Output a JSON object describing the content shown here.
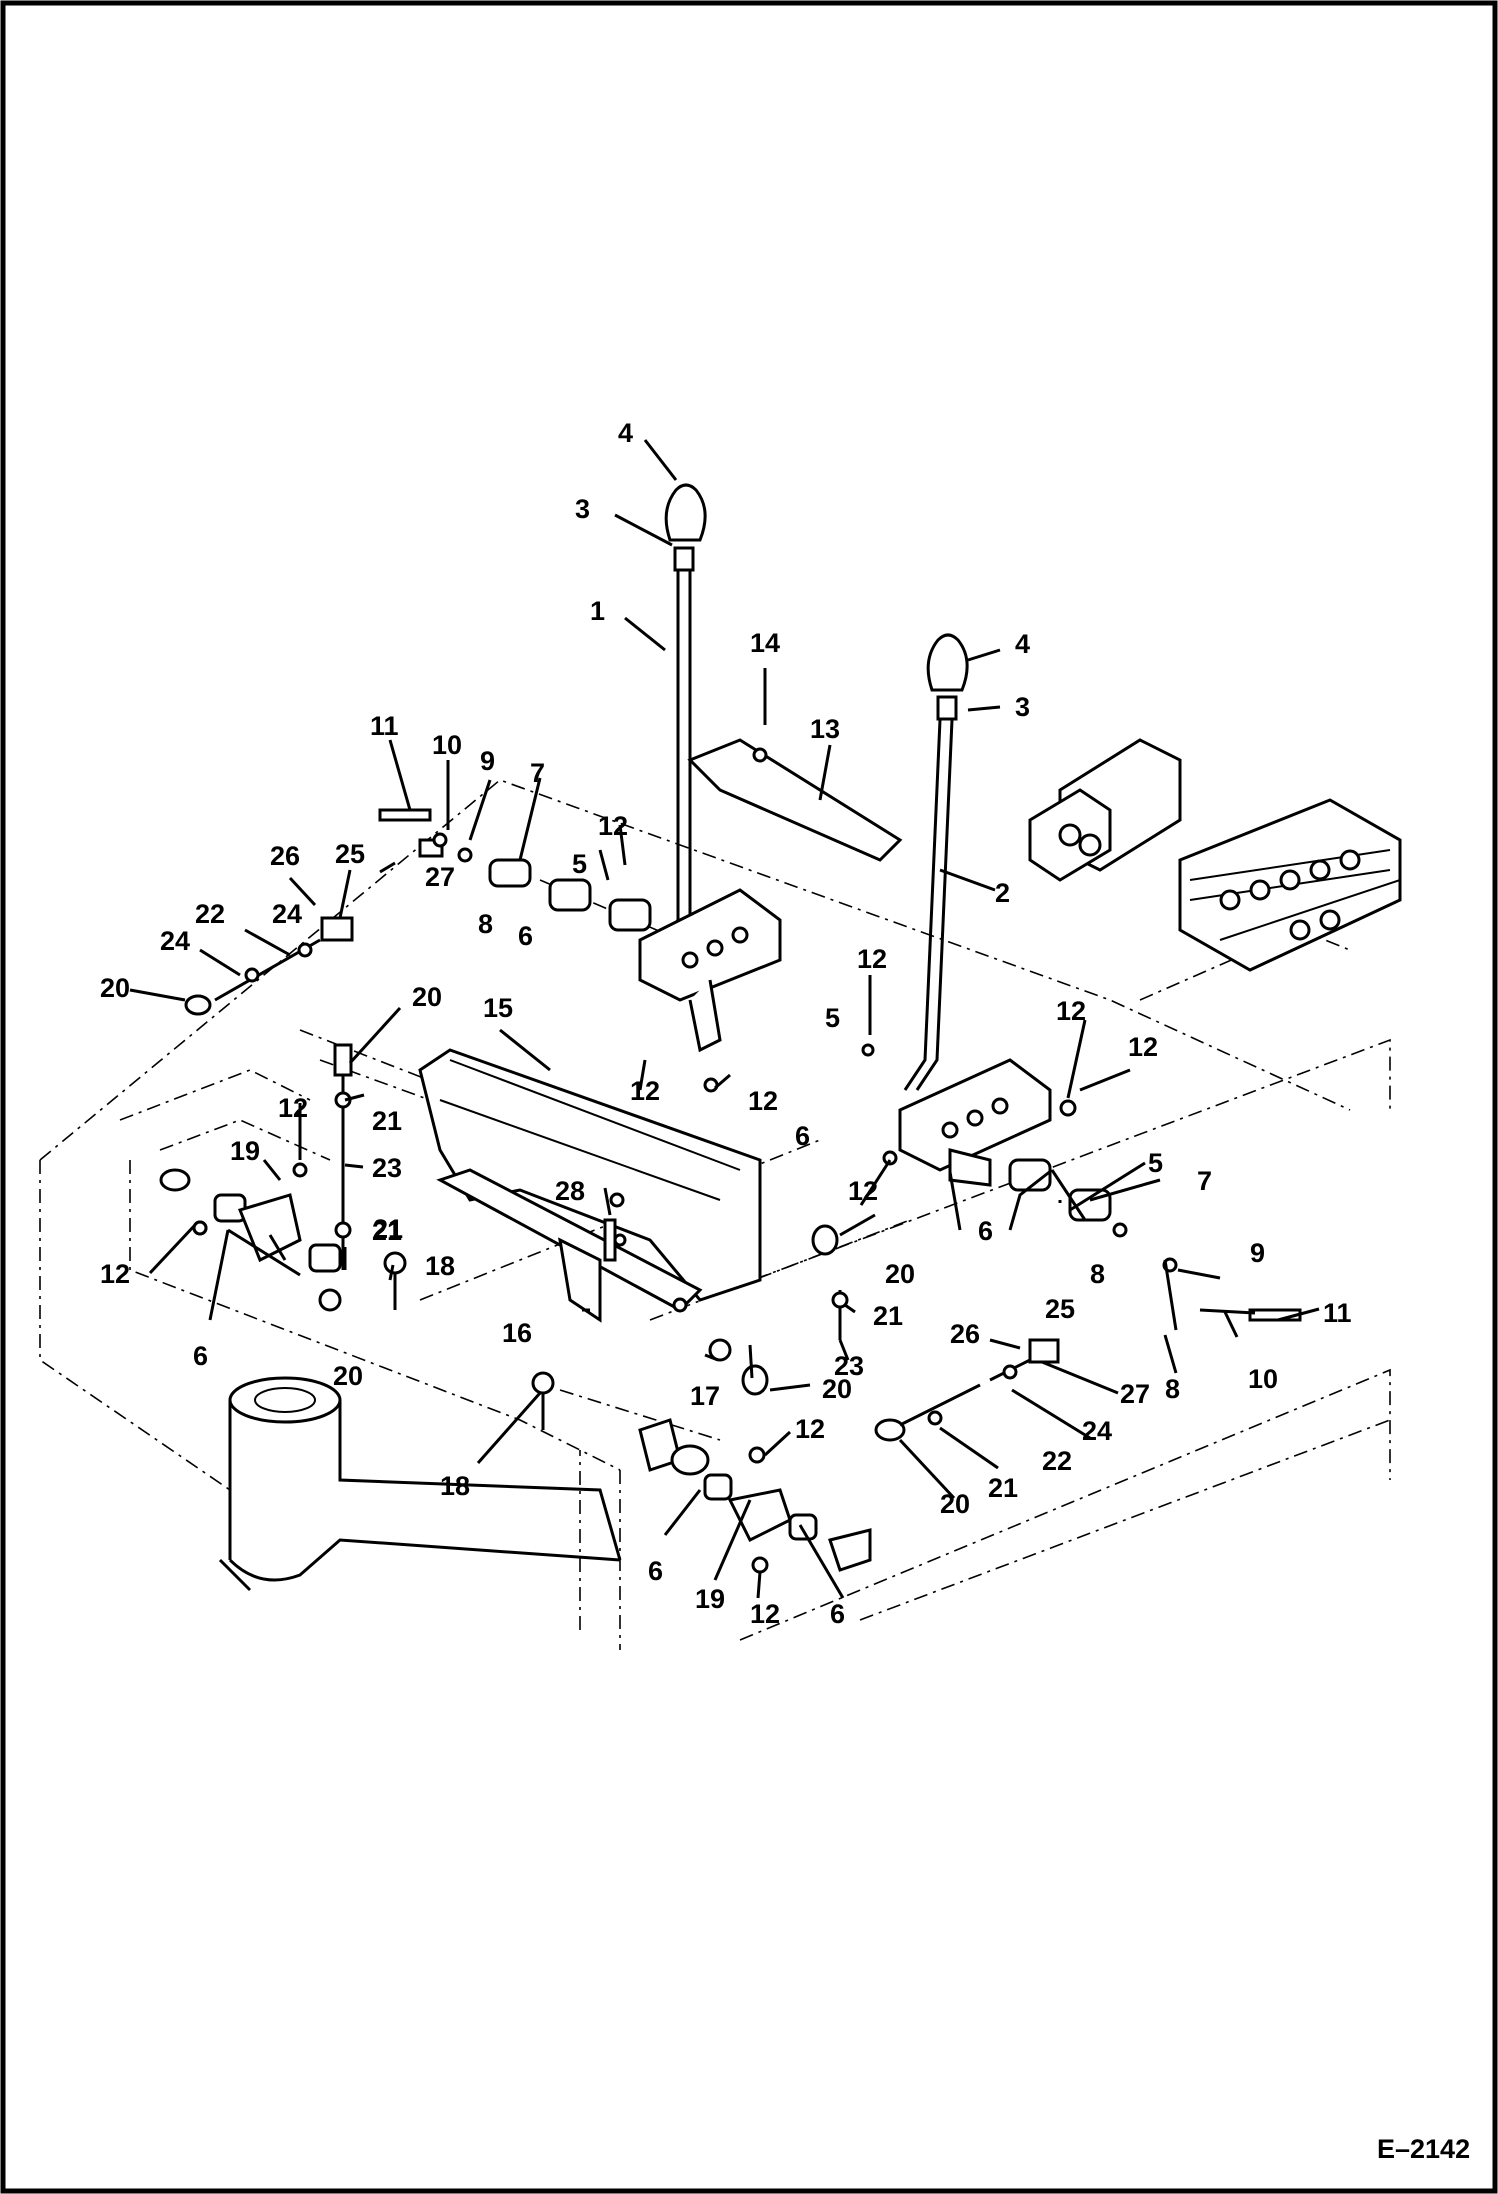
{
  "drawing": {
    "id": "E–2142",
    "type": "exploded parts diagram"
  },
  "callouts": [
    {
      "n": "4"
    },
    {
      "n": "3"
    },
    {
      "n": "1"
    },
    {
      "n": "14"
    },
    {
      "n": "4"
    },
    {
      "n": "3"
    },
    {
      "n": "13"
    },
    {
      "n": "11"
    },
    {
      "n": "10"
    },
    {
      "n": "9"
    },
    {
      "n": "7"
    },
    {
      "n": "12"
    },
    {
      "n": "26"
    },
    {
      "n": "25"
    },
    {
      "n": "5"
    },
    {
      "n": "2"
    },
    {
      "n": "22"
    },
    {
      "n": "24"
    },
    {
      "n": "8"
    },
    {
      "n": "27"
    },
    {
      "n": "24"
    },
    {
      "n": "6"
    },
    {
      "n": "12"
    },
    {
      "n": "20"
    },
    {
      "n": "20"
    },
    {
      "n": "15"
    },
    {
      "n": "5"
    },
    {
      "n": "12"
    },
    {
      "n": "12"
    },
    {
      "n": "12"
    },
    {
      "n": "12"
    },
    {
      "n": "21"
    },
    {
      "n": "12"
    },
    {
      "n": "19"
    },
    {
      "n": "6"
    },
    {
      "n": "23"
    },
    {
      "n": "5"
    },
    {
      "n": "12"
    },
    {
      "n": "7"
    },
    {
      "n": "28"
    },
    {
      "n": "21"
    },
    {
      "n": "6"
    },
    {
      "n": "12"
    },
    {
      "n": "18"
    },
    {
      "n": "20"
    },
    {
      "n": "8"
    },
    {
      "n": "9"
    },
    {
      "n": "6"
    },
    {
      "n": "21"
    },
    {
      "n": "21"
    },
    {
      "n": "11"
    },
    {
      "n": "16"
    },
    {
      "n": "23"
    },
    {
      "n": "25"
    },
    {
      "n": "20"
    },
    {
      "n": "26"
    },
    {
      "n": "17"
    },
    {
      "n": "20"
    },
    {
      "n": "8"
    },
    {
      "n": "10"
    },
    {
      "n": "27"
    },
    {
      "n": "24"
    },
    {
      "n": "12"
    },
    {
      "n": "22"
    },
    {
      "n": "18"
    },
    {
      "n": "21"
    },
    {
      "n": "20"
    },
    {
      "n": "6"
    },
    {
      "n": "19"
    },
    {
      "n": "12"
    },
    {
      "n": "6"
    }
  ]
}
